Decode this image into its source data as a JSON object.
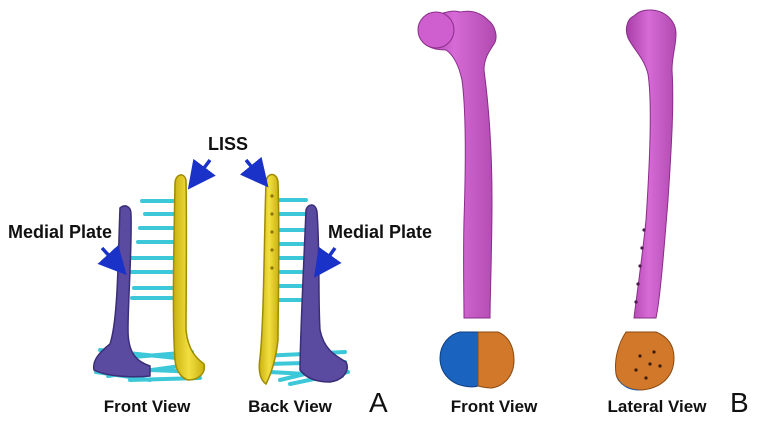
{
  "labels": {
    "liss": "LISS",
    "medial_plate_left": "Medial Plate",
    "medial_plate_right": "Medial Plate",
    "front_view_a": "Front View",
    "back_view": "Back View",
    "front_view_b": "Front View",
    "lateral_view": "Lateral View"
  },
  "panels": {
    "a": "A",
    "b": "B"
  },
  "colors": {
    "liss_plate": "#e8d21a",
    "medial_plate": "#5a4aa0",
    "screws": "#3cc8d8",
    "femur": "#c85ac8",
    "condyle_blue": "#1a64c0",
    "condyle_orange": "#d2782a",
    "arrow": "#1a32c8"
  }
}
